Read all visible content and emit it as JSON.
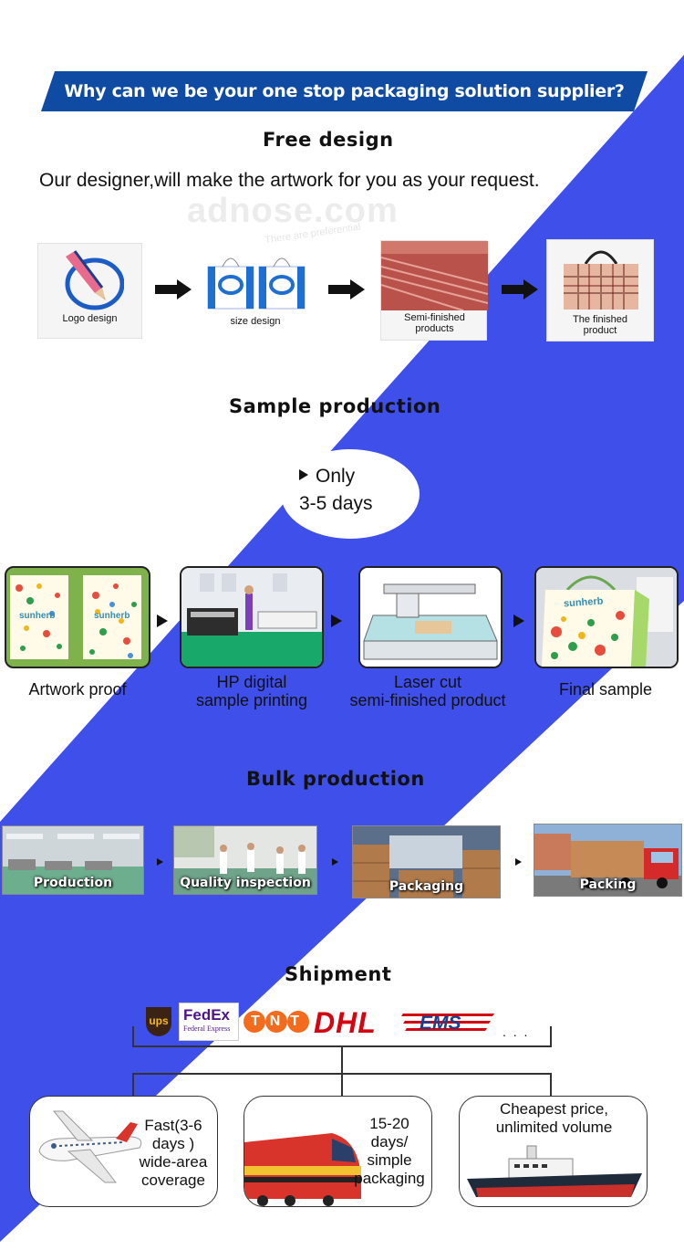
{
  "banner": {
    "title": "Why can we be your one stop packaging solution supplier?"
  },
  "sections": {
    "free_design": "Free  design",
    "sample_production": "Sample  production",
    "bulk_production": "Bulk  production",
    "shipment": "Shipment"
  },
  "intro": "Our designer,will make the artwork for you as your request.",
  "watermark": {
    "main": "adnose.com",
    "sub": "There are preferential"
  },
  "design_steps": [
    "Logo design",
    "size design",
    "Semi-finished products",
    "The finished product"
  ],
  "sample_badge": {
    "line1": "Only",
    "line2": "3-5 days"
  },
  "sample_steps": [
    {
      "line1": "Artwork proof",
      "line2": ""
    },
    {
      "line1": "HP digital",
      "line2": "sample printing"
    },
    {
      "line1": "Laser cut",
      "line2": "semi-finished product"
    },
    {
      "line1": "Final sample",
      "line2": ""
    }
  ],
  "bulk_steps": [
    "Production",
    "Quality inspection",
    "Packaging",
    "Packing"
  ],
  "carriers": [
    "ups",
    "FedEx",
    "Federal Express",
    "TNT",
    "DHL",
    "EMS",
    ". . ."
  ],
  "shipping_options": [
    {
      "icon": "airplane-icon",
      "lines": [
        "Fast(3-6",
        "days )",
        "wide-area",
        "coverage"
      ]
    },
    {
      "icon": "train-icon",
      "lines": [
        "15-20",
        "days/",
        "simple",
        "packaging"
      ]
    },
    {
      "icon": "ship-icon",
      "lines": [
        "Cheapest price,",
        "unlimited volume"
      ]
    }
  ],
  "colors": {
    "blue": "#3f4fe9",
    "banner_blue": "#0f4aa3",
    "text": "#111111"
  },
  "sunherb": "sunherb"
}
